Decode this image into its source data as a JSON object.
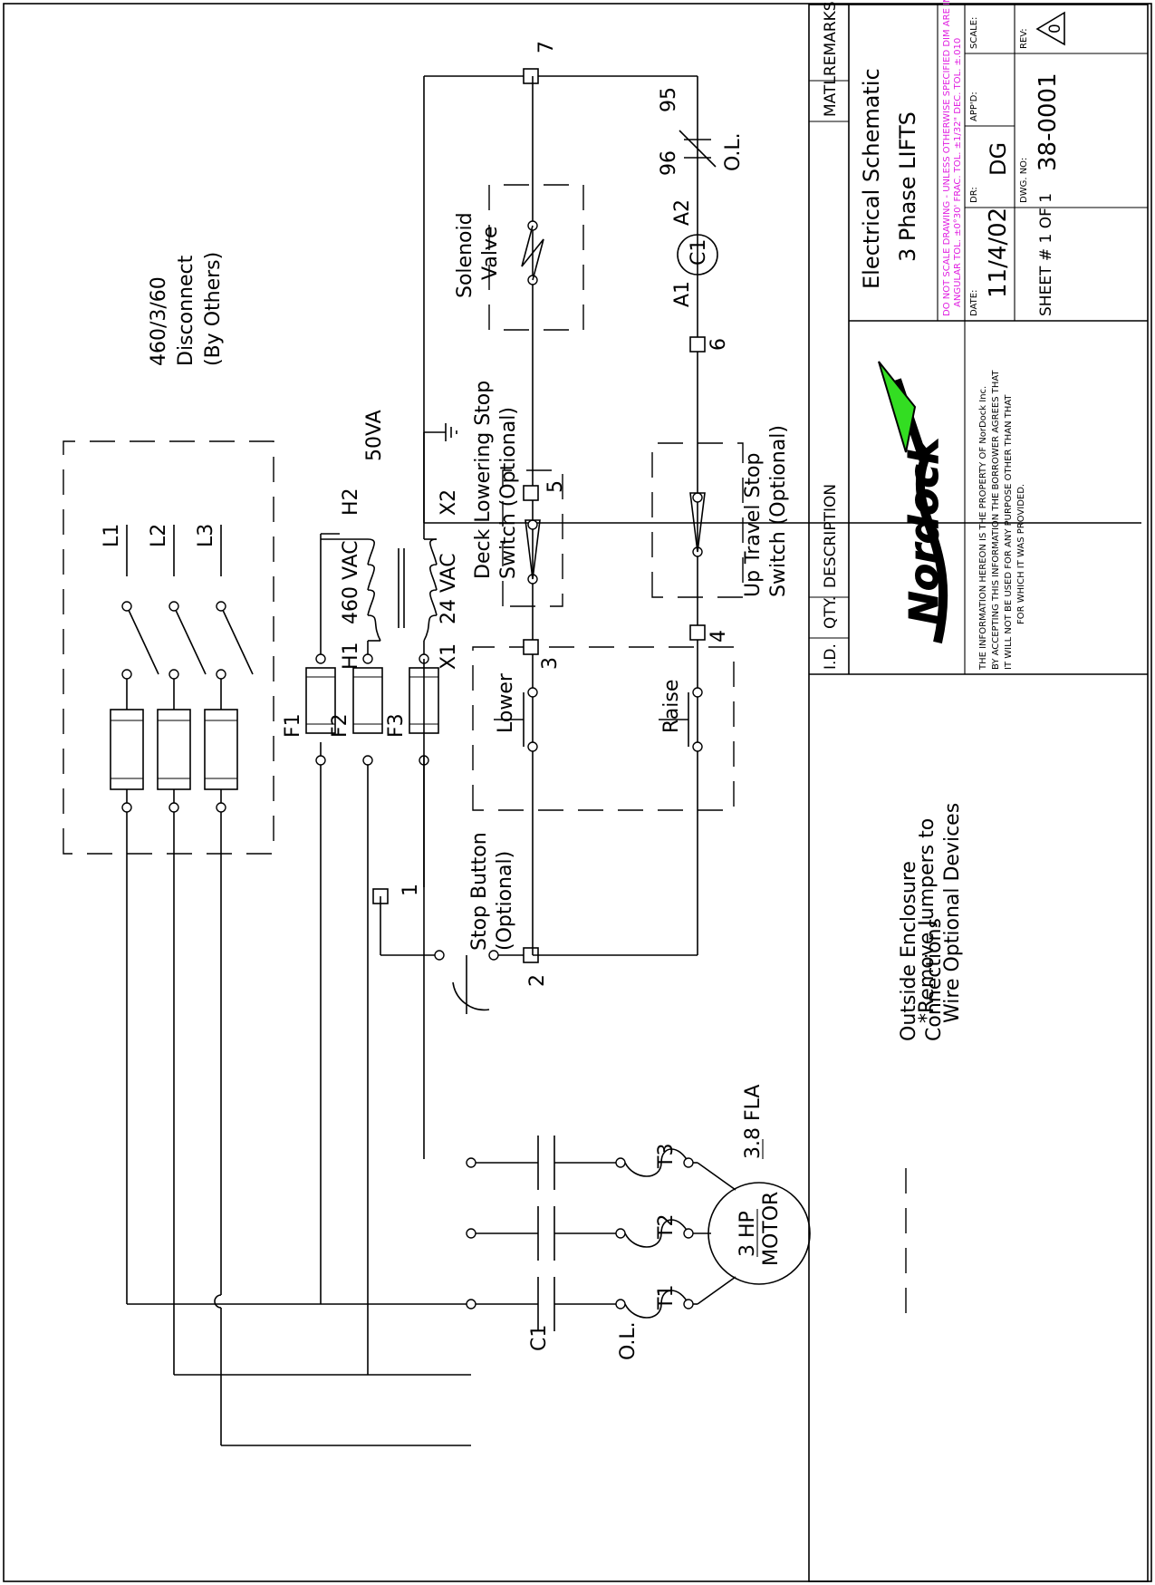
{
  "disconnect": {
    "line1": "460/3/60",
    "line2": "Disconnect",
    "line3": "(By Others)",
    "phases": [
      "L1",
      "L2",
      "L3"
    ]
  },
  "fuses": [
    "F1",
    "F2",
    "F3"
  ],
  "transformer": {
    "primary_left": "H1",
    "primary_voltage": "460 VAC",
    "primary_right": "H2",
    "rating": "50VA",
    "secondary_left": "X1",
    "secondary_voltage": "24 VAC",
    "secondary_right": "X2"
  },
  "terminals": [
    "1",
    "2",
    "3",
    "4",
    "5",
    "6",
    "7"
  ],
  "devices": {
    "deck_lowering_stop": {
      "line1": "Deck Lowering Stop",
      "line2": "Switch (Optional)"
    },
    "up_travel_stop": {
      "line1": "Up Travel Stop",
      "line2": "Switch (Optional)"
    },
    "solenoid_valve": {
      "line1": "Solenoid",
      "line2": "Valve"
    },
    "lower_button": "Lower",
    "raise_button": "Raise",
    "stop_button": {
      "line1": "Stop Button",
      "line2": "(Optional)"
    },
    "coil": {
      "label": "C1",
      "left": "A1",
      "right": "A2"
    },
    "overload_contact": {
      "left": "96",
      "right": "95",
      "label": "O.L."
    }
  },
  "motor": {
    "hp": "3 HP",
    "label": "MOTOR",
    "fla": "3.8 FLA",
    "terminals": [
      "T1",
      "T2",
      "T3"
    ],
    "contactor": "C1",
    "overload": "O.L."
  },
  "notes": {
    "jumpers_line1": "*Remove Jumpers to",
    "jumpers_line2": "Wire Optional Devices",
    "legend_line1": "Outside Enclosure",
    "legend_line2": "Connections"
  },
  "title_block": {
    "headers": [
      "I.D.",
      "QTY.",
      "DESCRIPTION",
      "MATL",
      "REMARKS"
    ],
    "company": "Nordock",
    "title_line1": "Electrical Schematic",
    "title_line2": "3 Phase LIFTS",
    "tolerance_line1": "DO NOT SCALE DRAWING - UNLESS OTHERWISE SPECIFIED DIM ARE IN INCHES",
    "tolerance_line2": "ANGULAR TOL. ±0°30'   FRAC. TOL. ±1/32\"   DEC. TOL. ±.010",
    "disclaimer_line1": "THE INFORMATION HEREON IS THE PROPERTY OF NorDock Inc.",
    "disclaimer_line2": "BY ACCEPTING THIS INFORMATION THE BORROWER AGREES THAT",
    "disclaimer_line3": "IT WILL NOT BE USED FOR ANY PURPOSE OTHER THAN THAT",
    "disclaimer_line4": "FOR WHICH IT WAS PROVIDED.",
    "date_label": "DATE:",
    "date": "11/4/02",
    "dr_label": "DR:",
    "dr": "DG",
    "appd_label": "APP'D:",
    "scale_label": "SCALE:",
    "sheet": "SHEET # 1 OF 1",
    "dwg_label": "DWG. NO:",
    "dwg_no": "38-0001",
    "rev_label": "REV:",
    "rev": "0"
  },
  "colors": {
    "tolerance_text": "#e020e0",
    "logo_arrow": "#33dd22",
    "logo_text": "#22aa22"
  }
}
